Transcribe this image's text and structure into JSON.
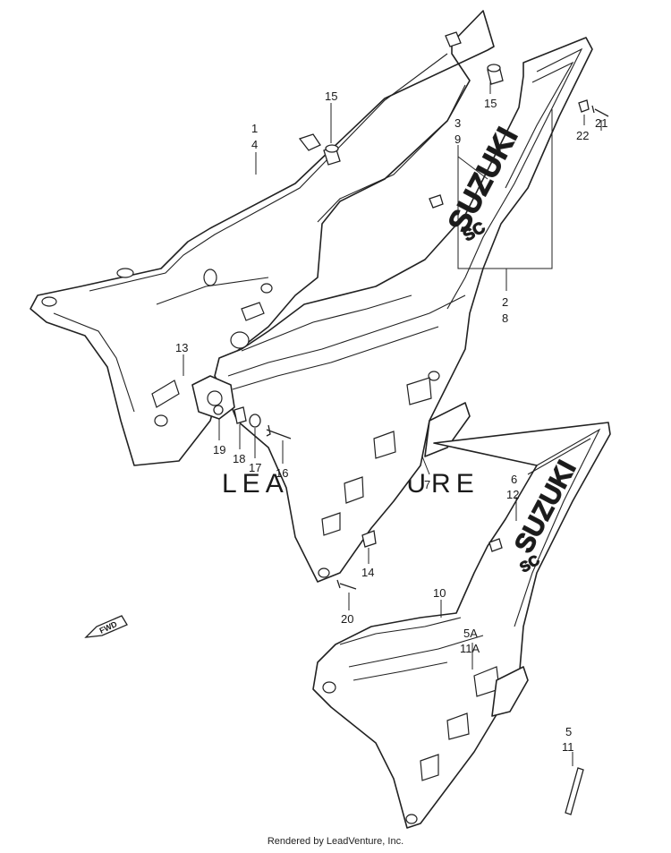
{
  "diagram": {
    "brand_text": "SUZUKI",
    "model_badge": "SC",
    "direction_tag": "FWD",
    "watermark_text": "LEADVENTURE",
    "callouts": {
      "c15a": "15",
      "c15b": "15",
      "c1": "1",
      "c4": "4",
      "c3": "3",
      "c9": "9",
      "c22": "22",
      "c21": "21",
      "c2": "2",
      "c8": "8",
      "c13": "13",
      "c19": "19",
      "c18": "18",
      "c17": "17",
      "c16": "16",
      "c7": "7",
      "c6": "6",
      "c12": "12",
      "c14": "14",
      "c20": "20",
      "c10": "10",
      "c5A": "5A",
      "c11A": "11A",
      "c5": "5",
      "c11": "11"
    }
  },
  "footer": {
    "text": "Rendered by LeadVenture, Inc."
  }
}
